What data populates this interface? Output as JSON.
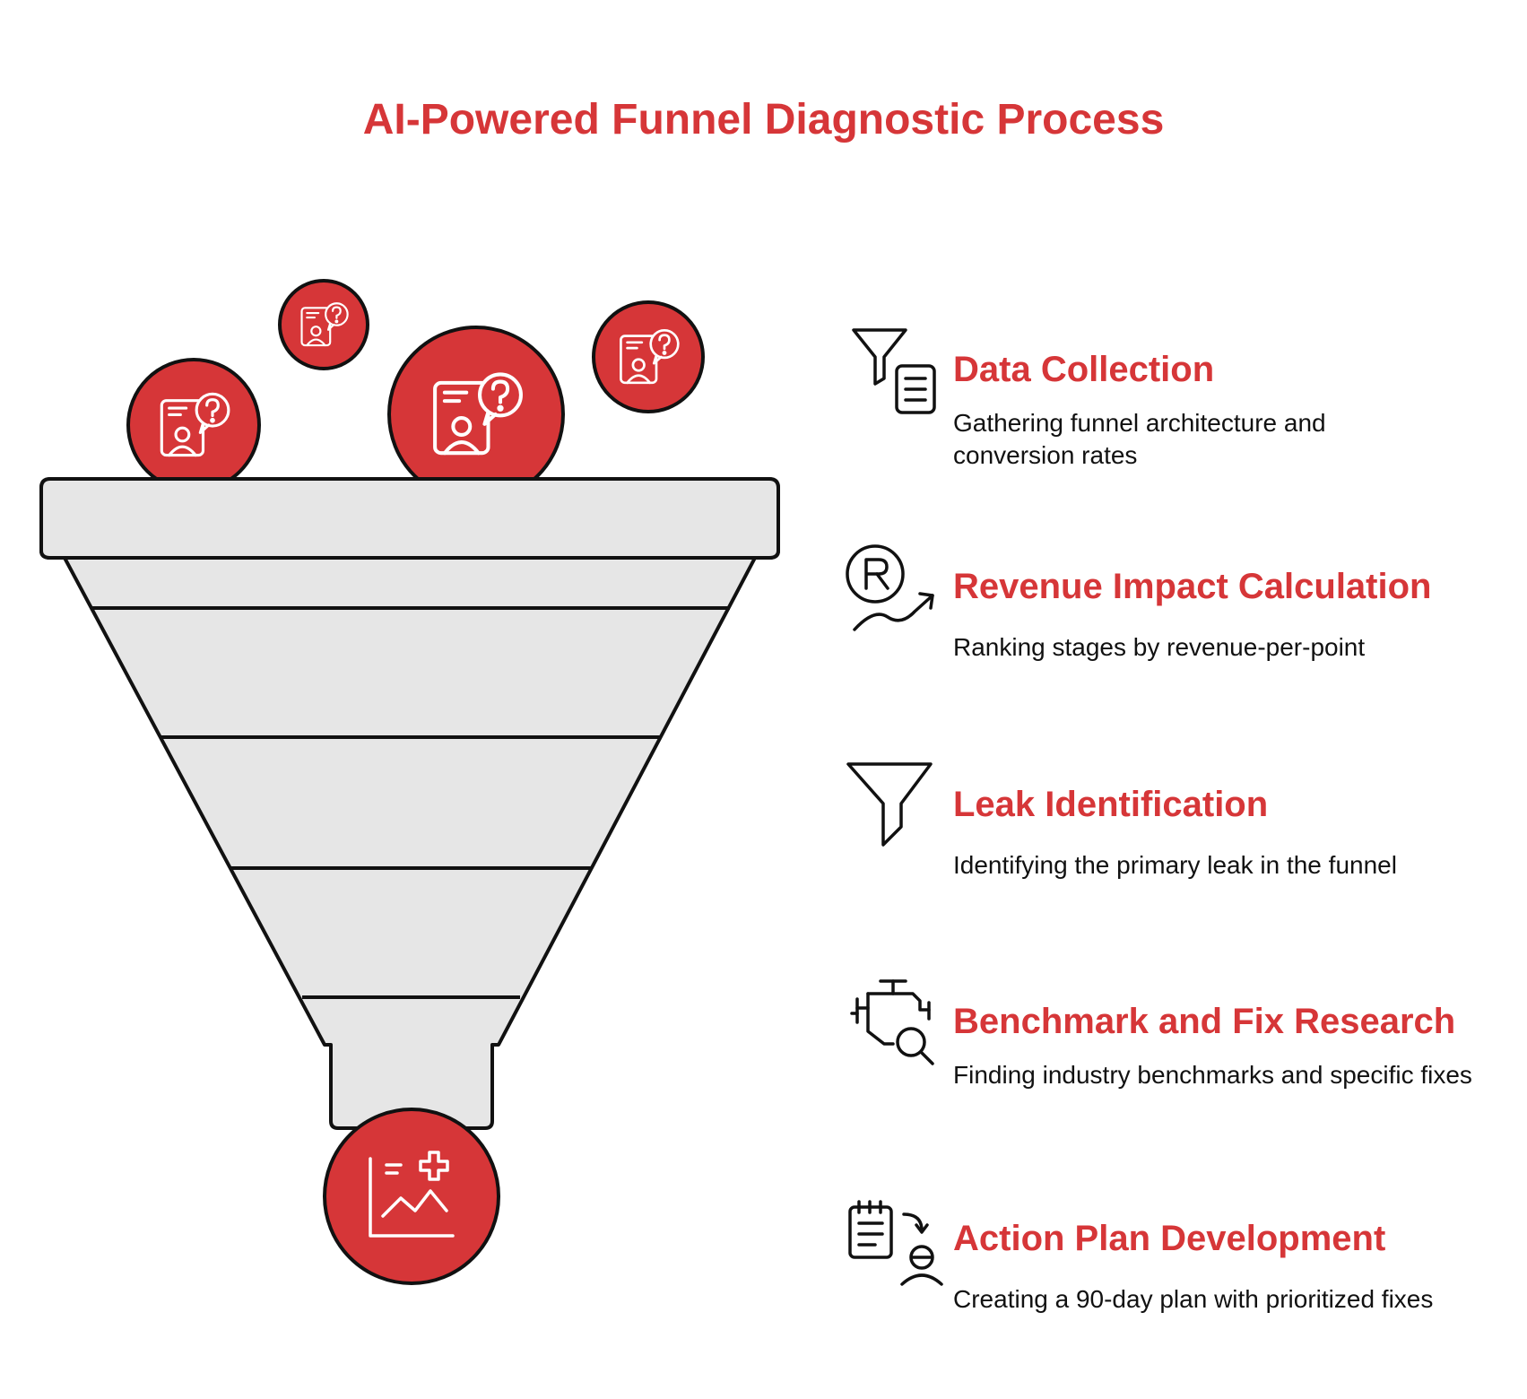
{
  "title": "AI-Powered Funnel Diagnostic Process",
  "colors": {
    "accent": "#d63638",
    "funnel_fill": "#e6e6e6",
    "stroke": "#111111"
  },
  "steps": [
    {
      "icon": "funnel-document-icon",
      "title": "Data Collection",
      "description": "Gathering funnel architecture and conversion rates"
    },
    {
      "icon": "revenue-growth-icon",
      "title": "Revenue Impact Calculation",
      "description": "Ranking stages by revenue-per-point"
    },
    {
      "icon": "funnel-icon",
      "title": "Leak Identification",
      "description": "Identifying the primary leak in the funnel"
    },
    {
      "icon": "engine-search-icon",
      "title": "Benchmark and Fix Research",
      "description": "Finding industry benchmarks and specific fixes"
    },
    {
      "icon": "plan-person-icon",
      "title": "Action Plan Development",
      "description": "Creating a 90-day plan with prioritized fixes"
    }
  ],
  "funnel": {
    "input_icons": [
      "user-question-icon",
      "user-question-icon",
      "user-question-icon",
      "user-question-icon"
    ],
    "output_icon": "chart-plus-icon"
  }
}
